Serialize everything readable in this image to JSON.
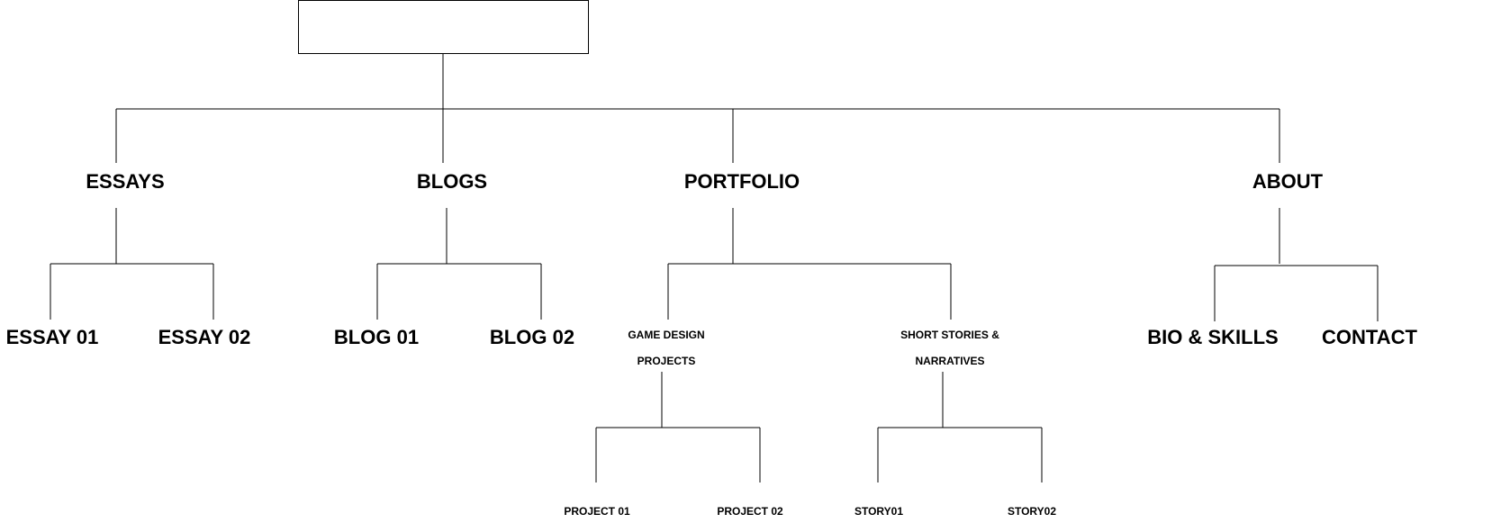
{
  "sitemap": {
    "root": {
      "label": ""
    },
    "sections": [
      {
        "label": "ESSAYS",
        "children": [
          {
            "label": "ESSAY 01"
          },
          {
            "label": "ESSAY 02"
          }
        ]
      },
      {
        "label": "BLOGS",
        "children": [
          {
            "label": "BLOG 01"
          },
          {
            "label": "BLOG 02"
          }
        ]
      },
      {
        "label": "PORTFOLIO",
        "children": [
          {
            "label_line1": "GAME DESIGN",
            "label_line2": "PROJECTS",
            "children": [
              {
                "label": "PROJECT 01"
              },
              {
                "label": "PROJECT 02"
              }
            ]
          },
          {
            "label_line1": "SHORT STORIES &",
            "label_line2": "NARRATIVES",
            "children": [
              {
                "label": "STORY01"
              },
              {
                "label": "STORY02"
              }
            ]
          }
        ]
      },
      {
        "label": "ABOUT",
        "children": [
          {
            "label": "BIO & SKILLS"
          },
          {
            "label": "CONTACT"
          }
        ]
      }
    ]
  },
  "colors": {
    "line": "#000000",
    "text": "#000000",
    "background": "#ffffff"
  }
}
